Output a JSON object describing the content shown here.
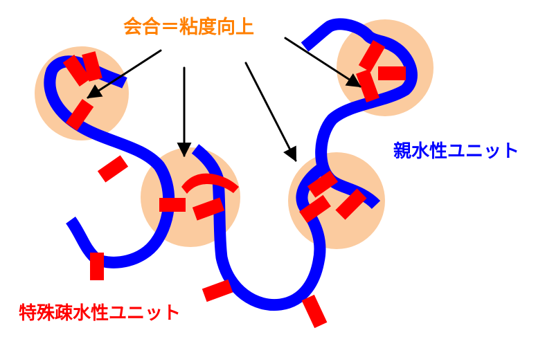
{
  "labels": {
    "association": "会合＝粘度向上",
    "hydrophilic_unit": "親水性ユニット",
    "hydrophobic_unit": "特殊疎水性ユニット"
  },
  "colors": {
    "association_label": "#ff7f00",
    "hydrophilic": "#0000ff",
    "hydrophobic": "#ff0000",
    "association_zone": "#fbcb9f",
    "arrow": "#000000",
    "background": "#ffffff"
  }
}
